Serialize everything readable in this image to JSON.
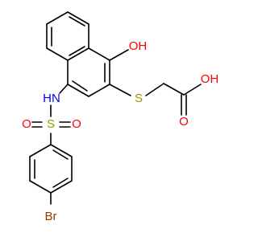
{
  "molecule": {
    "atoms": {
      "hydroxyl": "OH",
      "thioether_sulfur": "S",
      "acid_hydroxyl": "OH",
      "carbonyl_oxygen": "O",
      "amine": "HN",
      "sulfonyl_sulfur": "S",
      "sulfonyl_oxygen_left": "O",
      "sulfonyl_oxygen_right": "O",
      "bromine": "Br"
    },
    "colors": {
      "bond": "#000000",
      "oxygen": "#ff0000",
      "nitrogen": "#0000ff",
      "sulfur": "#999900",
      "bromine": "#993300"
    }
  }
}
